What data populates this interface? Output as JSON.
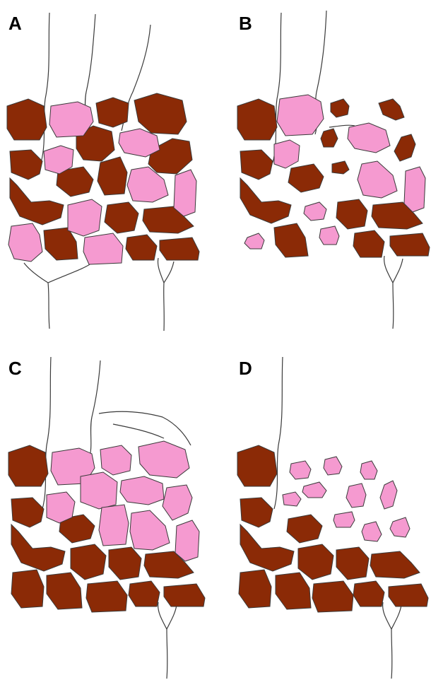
{
  "colors": {
    "brown_cell": "#8b2a06",
    "pink_cell": "#f59ad0",
    "outline": "#3a3a3a",
    "background": "#ffffff"
  },
  "panels": [
    {
      "label": "A"
    },
    {
      "label": "B"
    },
    {
      "label": "C"
    },
    {
      "label": "D"
    }
  ]
}
